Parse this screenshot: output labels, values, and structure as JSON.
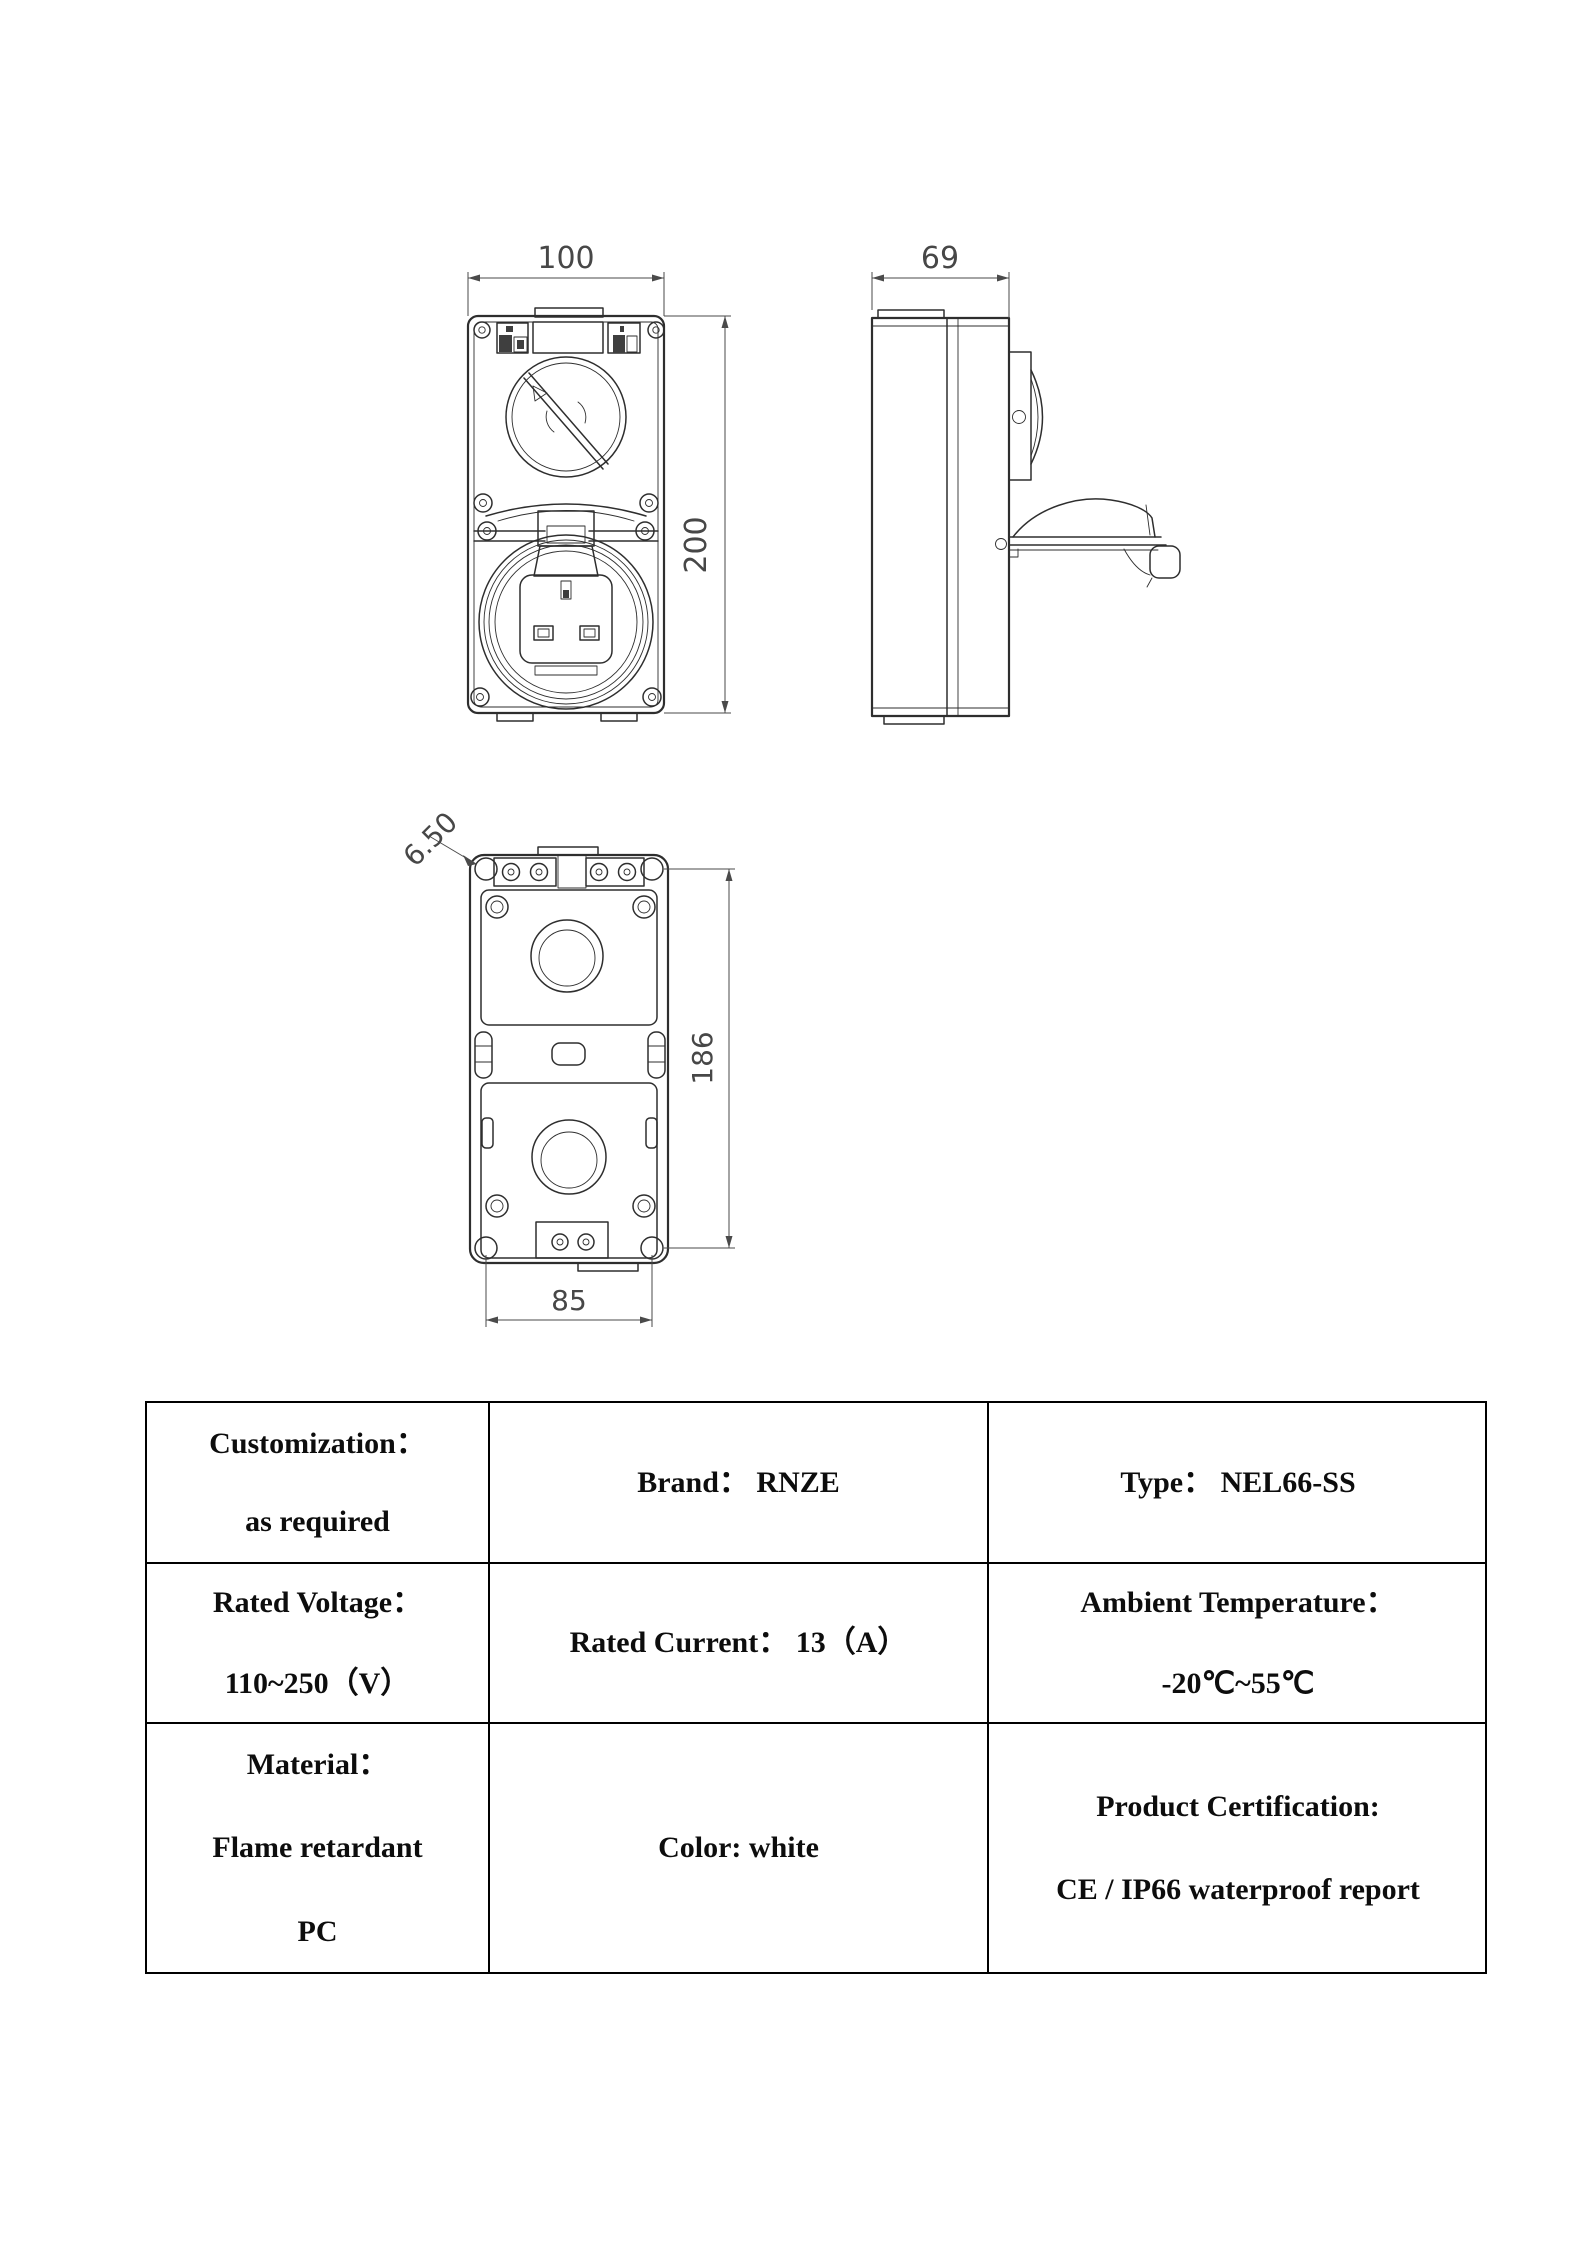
{
  "page": {
    "background": "#ffffff"
  },
  "drawing": {
    "line_color": "#2e2e2e",
    "dim_color": "#4a4a4a",
    "front_view": {
      "width_dim": "100",
      "height_dim": "200"
    },
    "side_view": {
      "depth_dim": "69"
    },
    "back_view": {
      "hole_dim": "6.50",
      "height_dim": "186",
      "width_dim": "85"
    }
  },
  "spec_table": {
    "border_color": "#000000",
    "rows": [
      {
        "cells": [
          {
            "lines": [
              "Customization：",
              "as required"
            ]
          },
          {
            "lines": [
              "Brand： RNZE"
            ]
          },
          {
            "lines": [
              "Type： NEL66-SS"
            ]
          }
        ]
      },
      {
        "cells": [
          {
            "lines": [
              "Rated Voltage：",
              "110~250（V）"
            ]
          },
          {
            "lines": [
              "Rated Current： 13（A）"
            ]
          },
          {
            "lines": [
              "Ambient Temperature：",
              "-20℃~55℃"
            ]
          }
        ]
      },
      {
        "cells": [
          {
            "lines": [
              "Material：",
              "Flame retardant",
              "PC"
            ]
          },
          {
            "lines": [
              "Color: white"
            ]
          },
          {
            "lines": [
              "Product Certification:",
              "CE / IP66 waterproof report"
            ]
          }
        ]
      }
    ]
  }
}
